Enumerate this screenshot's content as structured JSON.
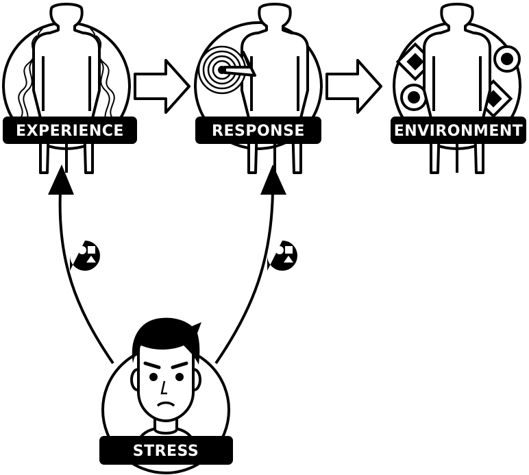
{
  "nodes": {
    "experience": {
      "label": "EXPERIENCE"
    },
    "response": {
      "label": "RESPONSE"
    },
    "environment": {
      "label": "ENVIRONMENT"
    },
    "stress": {
      "label": "STRESS"
    }
  },
  "colors": {
    "ink": "#000000",
    "paper": "#ffffff"
  },
  "icons": [
    "person-icon",
    "wavy-lines-icon",
    "target-icon",
    "diamond-icon",
    "circle-target-icon",
    "shapes-badge-icon",
    "stressed-face-icon"
  ]
}
